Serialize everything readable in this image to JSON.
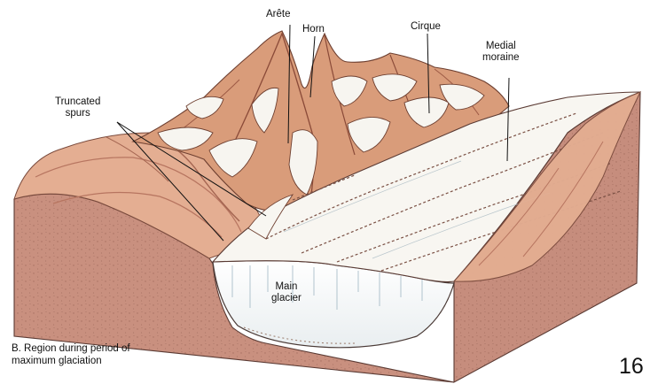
{
  "labels": {
    "arete": "Arête",
    "horn": "Horn",
    "cirque": "Cirque",
    "medial_moraine": [
      "Medial",
      "moraine"
    ],
    "truncated_spurs": [
      "Truncated",
      "spurs"
    ],
    "main_glacier": [
      "Main",
      "glacier"
    ]
  },
  "caption": [
    "B. Region during period of",
    "maximum glaciation"
  ],
  "page_number": "16",
  "colors": {
    "rock_side": "#c9907f",
    "rock_top": "#e2ab8f",
    "mountain": "#d89a78",
    "mountain_dark": "#a9604a",
    "ice": "#f7f5f0",
    "ice_shade": "#e6ecef"
  }
}
